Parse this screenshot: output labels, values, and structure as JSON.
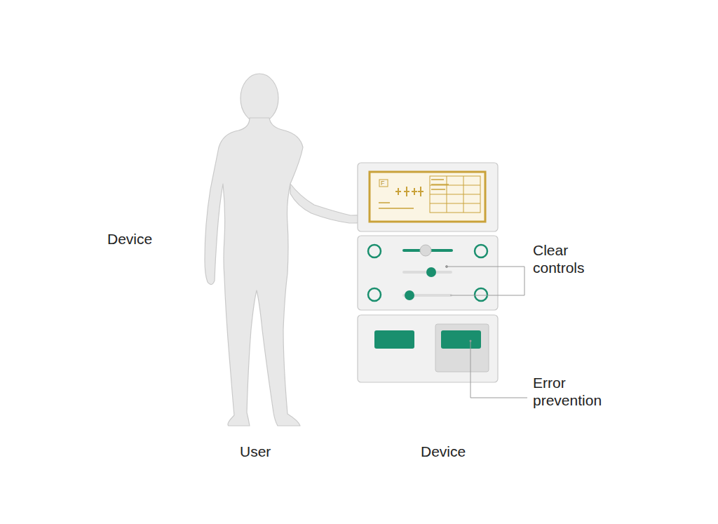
{
  "diagram": {
    "labels": [
      "Device",
      "F",
      "Clear controls",
      "Error prevention",
      "User",
      "Device"
    ]
  }
}
